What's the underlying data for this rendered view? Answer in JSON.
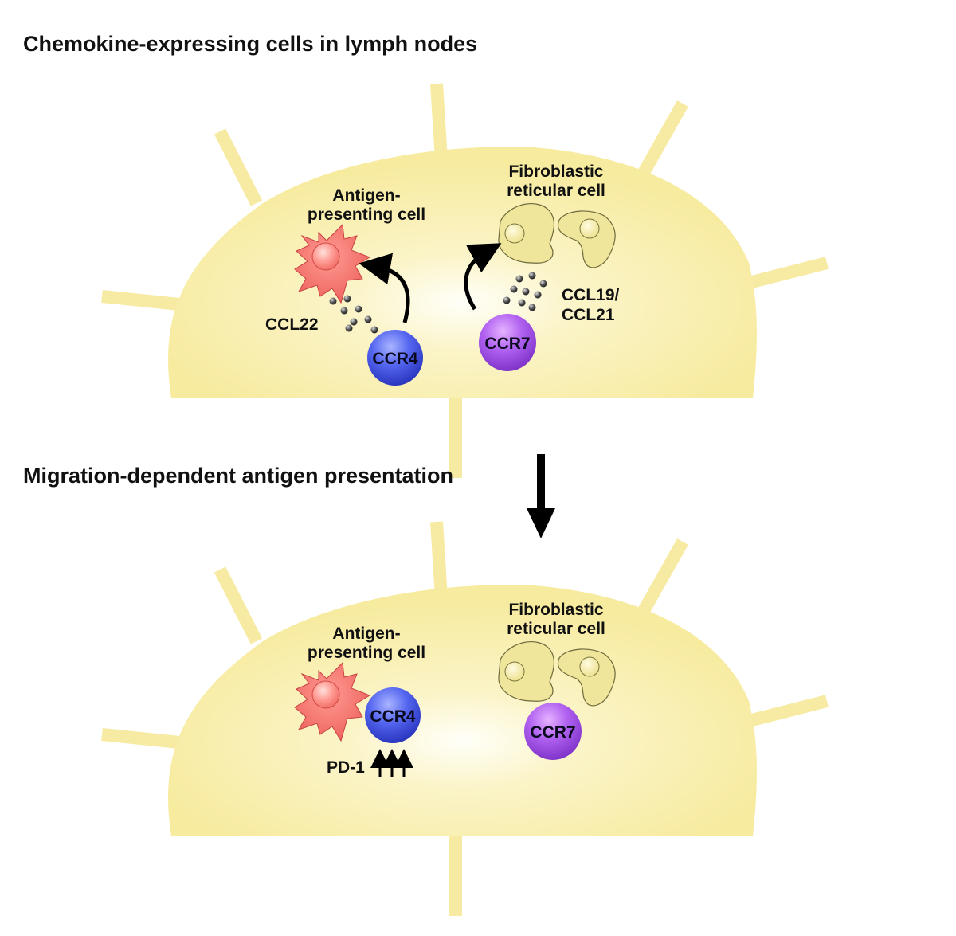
{
  "panel_top": {
    "title": "Chemokine-expressing cells in lymph nodes",
    "apc_label_line1": "Antigen-",
    "apc_label_line2": "presenting cell",
    "frc_label_line1": "Fibroblastic",
    "frc_label_line2": "reticular cell",
    "ccl22_label": "CCL22",
    "ccl19_label_line1": "CCL19/",
    "ccl19_label_line2": "CCL21",
    "ccr4_label": "CCR4",
    "ccr7_label": "CCR7"
  },
  "panel_bottom": {
    "title": "Migration-dependent antigen presentation",
    "apc_label_line1": "Antigen-",
    "apc_label_line2": "presenting cell",
    "frc_label_line1": "Fibroblastic",
    "frc_label_line2": "reticular cell",
    "pd1_label": "PD-1",
    "ccr4_label": "CCR4",
    "ccr7_label": "CCR7"
  },
  "colors": {
    "lymph_node": "#f7eb9f",
    "lymph_node_center": "#fffef4",
    "apc": "#f2706c",
    "ccr4": "#3e4fe0",
    "ccr7": "#a04fe6",
    "frc": "#efe79a"
  }
}
